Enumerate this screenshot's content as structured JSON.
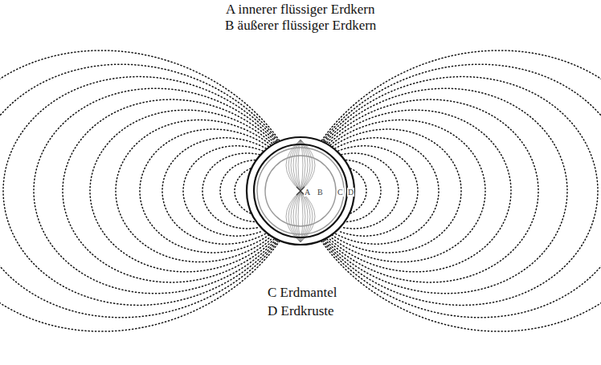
{
  "diagram": {
    "labels": [
      "A innerer flüssiger Erdkern",
      "B äußerer flüssiger Erdkern",
      "C Erdmantel",
      "D Erdkruste",
      "A",
      "B",
      "C",
      "D"
    ]
  }
}
